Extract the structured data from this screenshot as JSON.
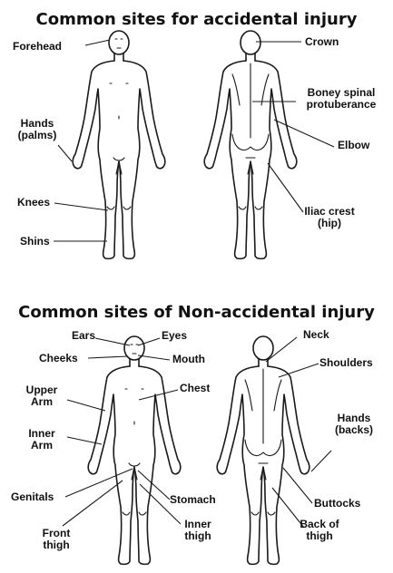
{
  "accidental": {
    "title": "Common sites for accidental injury",
    "labels": {
      "forehead": "Forehead",
      "crown": "Crown",
      "hands_line1": "Hands",
      "hands_line2": "(palms)",
      "spine_line1": "Boney spinal",
      "spine_line2": "protuberance",
      "elbow": "Elbow",
      "knees": "Knees",
      "iliac_line1": "Iliac crest",
      "iliac_line2": "(hip)",
      "shins": "Shins"
    }
  },
  "non_accidental": {
    "title": "Common sites of Non-accidental injury",
    "labels": {
      "ears": "Ears",
      "eyes": "Eyes",
      "neck": "Neck",
      "cheeks": "Cheeks",
      "mouth": "Mouth",
      "shoulders": "Shoulders",
      "upper_arm_line1": "Upper",
      "upper_arm_line2": "Arm",
      "chest": "Chest",
      "inner_arm_line1": "Inner",
      "inner_arm_line2": "Arm",
      "hands_line1": "Hands",
      "hands_line2": "(backs)",
      "genitals": "Genitals",
      "stomach": "Stomach",
      "buttocks": "Buttocks",
      "front_thigh_line1": "Front",
      "front_thigh_line2": "thigh",
      "inner_thigh_line1": "Inner",
      "inner_thigh_line2": "thigh",
      "back_thigh_line1": "Back of",
      "back_thigh_line2": "thigh"
    }
  }
}
